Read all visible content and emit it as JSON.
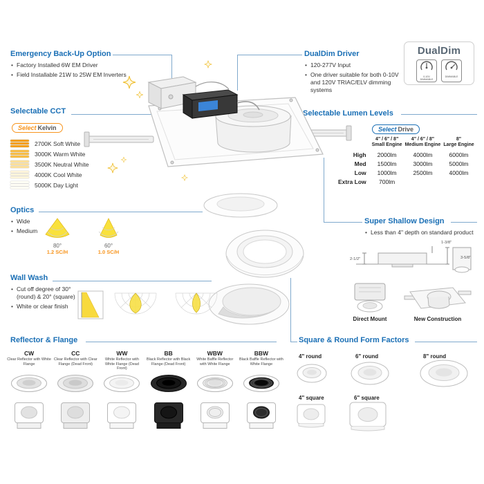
{
  "palette": {
    "heading_blue": "#1a6fb5",
    "accent_orange": "#f7941d",
    "connector_blue": "#7fa9cd"
  },
  "emergency": {
    "title": "Emergency Back-Up Option",
    "bullets": [
      "Factory Installed 6W EM Driver",
      "Field Installable 21W to 25W EM Inverters"
    ]
  },
  "dualdim_driver": {
    "title": "DualDim Driver",
    "bullets": [
      "120-277V Input",
      "One driver suitable for both 0-10V and 120V TRIAC/ELV dimming systems"
    ]
  },
  "dualdim_logo": {
    "name": "DualDim",
    "badges": [
      {
        "caption": "0-10V DIMMABLE"
      },
      {
        "caption": "DIMMABLE"
      }
    ]
  },
  "cct": {
    "title": "Selectable CCT",
    "badge": {
      "select": "Select",
      "suffix": "Kelvin"
    },
    "items": [
      {
        "label": "2700K Soft White",
        "color": "#f49f19"
      },
      {
        "label": "3000K Warm White",
        "color": "#f7bc45"
      },
      {
        "label": "3500K Neutral White",
        "color": "#fbdf9a"
      },
      {
        "label": "4000K Cool White",
        "color": "#fdf4da"
      },
      {
        "label": "5000K Day Light",
        "color": "#fffdf4"
      }
    ]
  },
  "lumens": {
    "title": "Selectable Lumen Levels",
    "badge": {
      "select": "Select",
      "suffix": "Drive"
    },
    "columns": [
      {
        "size": "4\" / 6\" / 8\"",
        "engine": "Small Engine"
      },
      {
        "size": "4\" / 6\" / 8\"",
        "engine": "Medium Engine"
      },
      {
        "size": "8\"",
        "engine": "Large Engine"
      }
    ],
    "rows": [
      {
        "label": "High",
        "v1": "2000lm",
        "v2": "4000lm",
        "v3": "6000lm"
      },
      {
        "label": "Med",
        "v1": "1500lm",
        "v2": "3000lm",
        "v3": "5000lm"
      },
      {
        "label": "Low",
        "v1": "1000lm",
        "v2": "2500lm",
        "v3": "4000lm"
      },
      {
        "label": "Extra Low",
        "v1": "700lm",
        "v2": "",
        "v3": ""
      }
    ]
  },
  "optics": {
    "title": "Optics",
    "bullets": [
      "Wide",
      "Medium"
    ],
    "beams": [
      {
        "angle": "80°",
        "spacing": "1.2 SC/H"
      },
      {
        "angle": "60°",
        "spacing": "1.0 SC/H"
      }
    ]
  },
  "shallow": {
    "title": "Super Shallow Design",
    "bullets": [
      "Less than 4\" depth on standard product"
    ],
    "dims": [
      "1-3/8\"",
      "3-5/8\"",
      "2-1/2\""
    ],
    "captions": [
      "Direct Mount",
      "New Construction"
    ]
  },
  "wallwash": {
    "title": "Wall Wash",
    "bullets": [
      "Cut off degree of 30° (round) & 20° (square)",
      "White or clear finish"
    ]
  },
  "reflector": {
    "title": "Reflector & Flange",
    "options": [
      {
        "code": "CW",
        "desc": "Clear Reflector with White Flange"
      },
      {
        "code": "CC",
        "desc": "Clear Reflector with Clear Flange (Dead Front)"
      },
      {
        "code": "WW",
        "desc": "White Reflector with White Flange (Dead Front)"
      },
      {
        "code": "BB",
        "desc": "Black Reflector with Black Flange (Dead Front)"
      },
      {
        "code": "WBW",
        "desc": "White Baffle Reflector with White Flange"
      },
      {
        "code": "BBW",
        "desc": "Black Baffle Reflector with White Flange"
      }
    ]
  },
  "formfactors": {
    "title": "Square & Round Form Factors",
    "round_labels": [
      "4\" round",
      "6\" round",
      "8\" round"
    ],
    "square_labels": [
      "4\" square",
      "6\" square"
    ]
  }
}
